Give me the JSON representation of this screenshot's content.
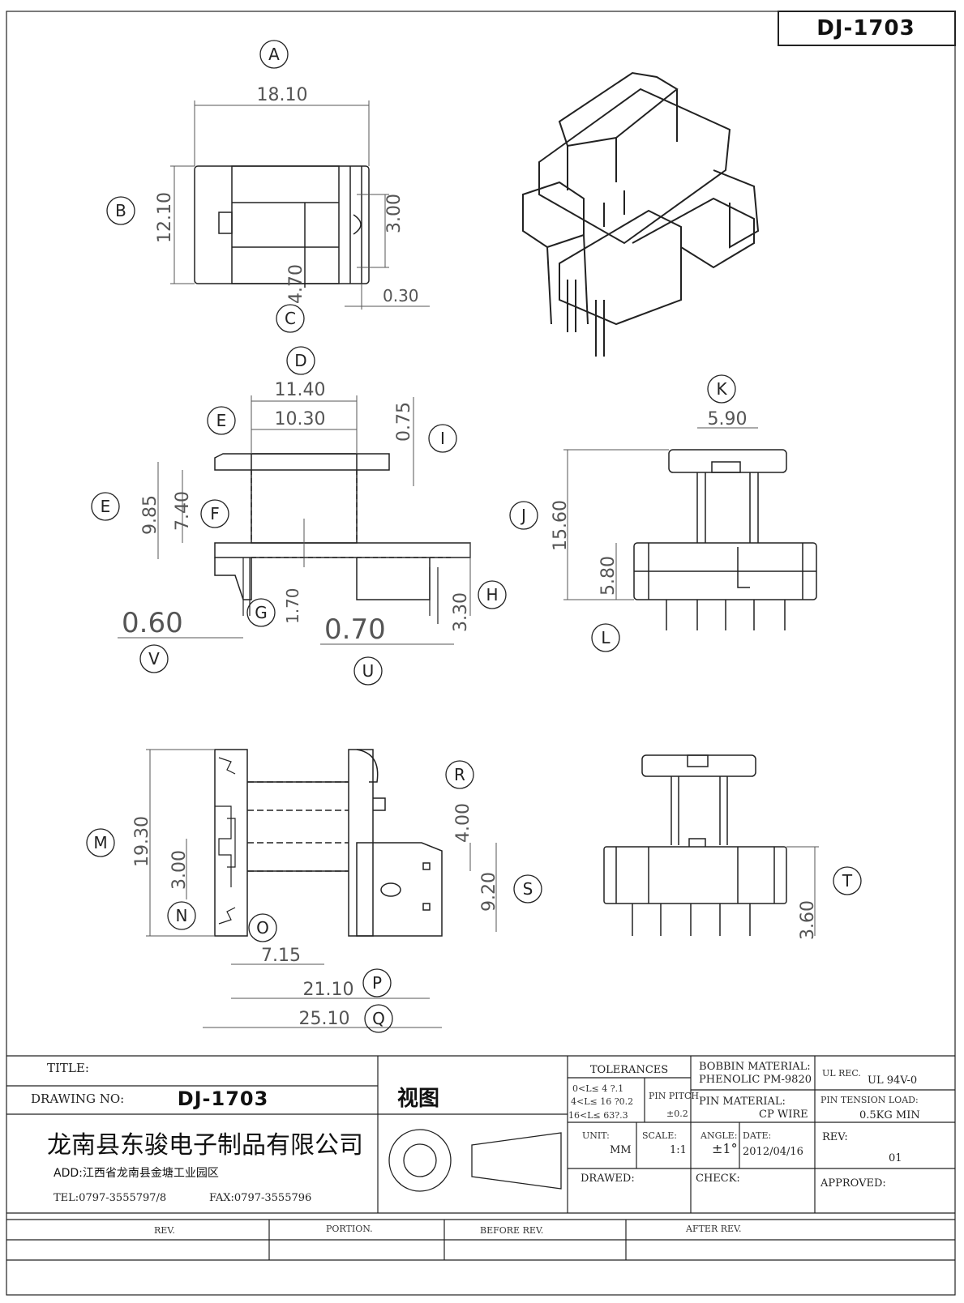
{
  "header": {
    "drawing_code": "DJ-1703"
  },
  "view_letters": [
    "A",
    "B",
    "C",
    "D",
    "E",
    "E",
    "F",
    "G",
    "H",
    "I",
    "J",
    "K",
    "L",
    "M",
    "N",
    "O",
    "P",
    "Q",
    "R",
    "S",
    "T",
    "U",
    "V"
  ],
  "dimensions": {
    "a_width": "18.10",
    "b_height": "12.10",
    "c_inner": "4.70",
    "slot": "3.00",
    "c_gap": "0.30",
    "d_outer": "11.40",
    "d_inner": "10.30",
    "i_flange": "0.75",
    "e_total": "9.85",
    "f_winding": "7.40",
    "g_base": "1.70",
    "h_pin": "3.30",
    "v_pin": "0.60",
    "u_pin": "0.70",
    "k_top": "5.90",
    "j_height": "15.60",
    "l_base": "5.80",
    "m_height": "19.30",
    "n_slot": "3.00",
    "o_offset": "7.15",
    "p_len": "21.10",
    "q_len": "25.10",
    "r_top": "4.00",
    "s_block": "9.20",
    "t_pin": "3.60"
  },
  "title_block": {
    "title_label": "TITLE:",
    "drawing_no_label": "DRAWING NO:",
    "drawing_no": "DJ-1703",
    "company": "龙南县东骏电子制品有限公司",
    "address": "ADD:江西省龙南县金塘工业园区",
    "tel": "TEL:0797-3555797/8",
    "fax": "FAX:0797-3555796",
    "view_label": "视图",
    "tolerances_label": "TOLERANCES",
    "tol_row1": "0<L≤ 4  ?.1",
    "tol_row2": "4<L≤ 16 ?0.2",
    "tol_row3": "16<L≤ 63?.3",
    "pin_pitch_label": "PIN PITCH",
    "pin_pitch_value": "±0.2",
    "unit_label": "UNIT:",
    "unit_value": "MM",
    "scale_label": "SCALE:",
    "scale_value": "1:1",
    "angle_label": "ANGLE:",
    "angle_value": "±1°",
    "date_label": "DATE:",
    "date_value": "2012/04/16",
    "drawed_label": "DRAWED:",
    "check_label": "CHECK:",
    "bobbin_material_label": "BOBBIN MATERIAL:",
    "bobbin_material_value": "PHENOLIC  PM-9820",
    "pin_material_label": "PIN MATERIAL:",
    "pin_material_value": "CP WIRE",
    "ul_rec_label": "UL REC.",
    "ul_rec_value": "UL  94V-0",
    "pin_tension_label": "PIN TENSION LOAD:",
    "pin_tension_value": "0.5KG MIN",
    "rev_label": "REV:",
    "rev_value": "01",
    "approved_label": "APPROVED:",
    "rev_col": "REV.",
    "portion_col": "PORTION.",
    "before_col": "BEFORE REV.",
    "after_col": "AFTER REV."
  }
}
